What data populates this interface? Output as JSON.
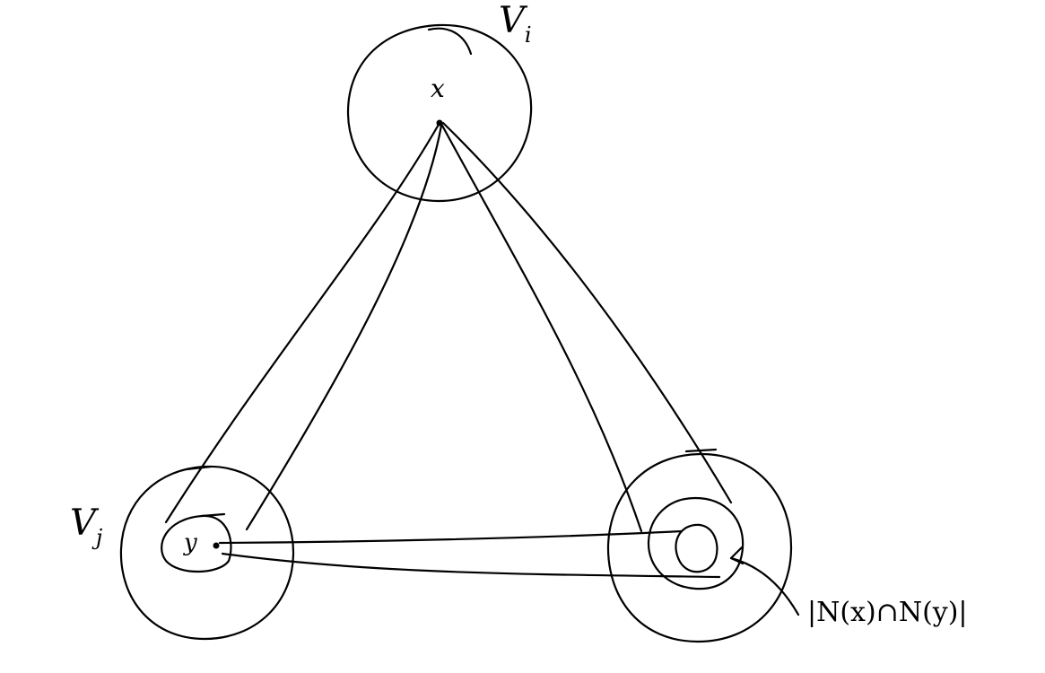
{
  "diagram": {
    "labels": {
      "vi": {
        "main": "V",
        "sub": "i"
      },
      "vj": {
        "main": "V",
        "sub": "j"
      },
      "x": "x",
      "y": "y",
      "intersection": "|N(x)∩N(y)|"
    },
    "stroke_color": "#000000"
  }
}
